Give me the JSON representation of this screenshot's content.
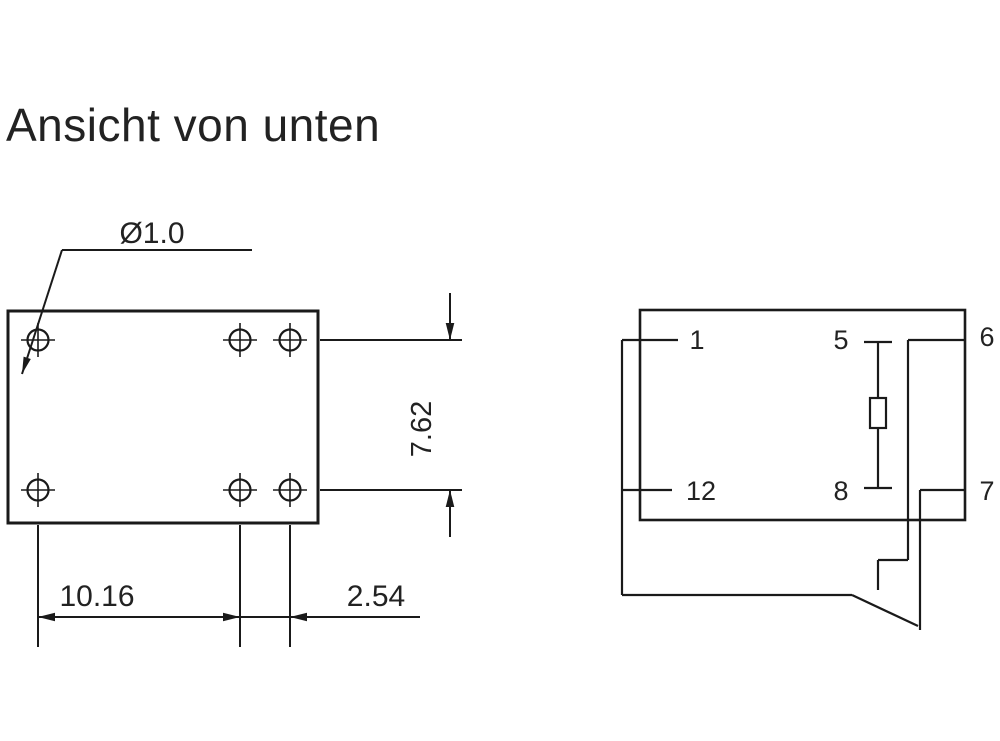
{
  "title": "Ansicht von unten",
  "colors": {
    "line": "#1a1a1a",
    "text": "#222222",
    "background": "#ffffff"
  },
  "bottom_view": {
    "hole_diameter_label": "Ø1.0",
    "height_dim": "7.62",
    "width_dim": "10.16",
    "pitch_dim": "2.54"
  },
  "schematic": {
    "pins": {
      "p1": "1",
      "p5": "5",
      "p6": "6",
      "p12": "12",
      "p8": "8",
      "p7": "7"
    }
  }
}
